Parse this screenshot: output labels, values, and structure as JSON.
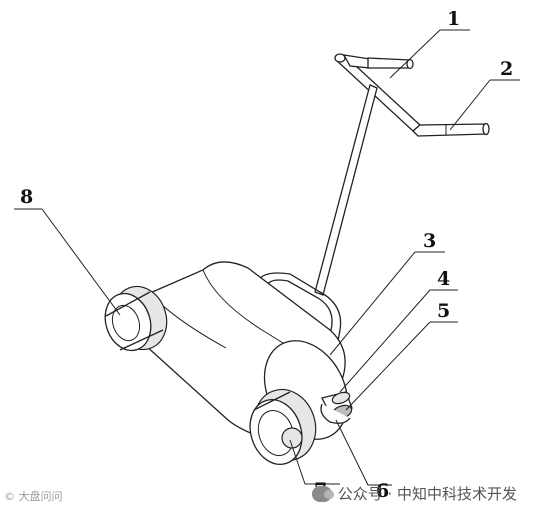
{
  "labels": {
    "l1": "1",
    "l2": "2",
    "l3": "3",
    "l4": "4",
    "l5": "5",
    "l6": "6",
    "l7": "7",
    "l8": "8"
  },
  "watermark": {
    "text": "公众号 · 中知中科技术开发",
    "icon": "wechat-icon"
  },
  "stamp": {
    "text": "© 大盘问问"
  }
}
